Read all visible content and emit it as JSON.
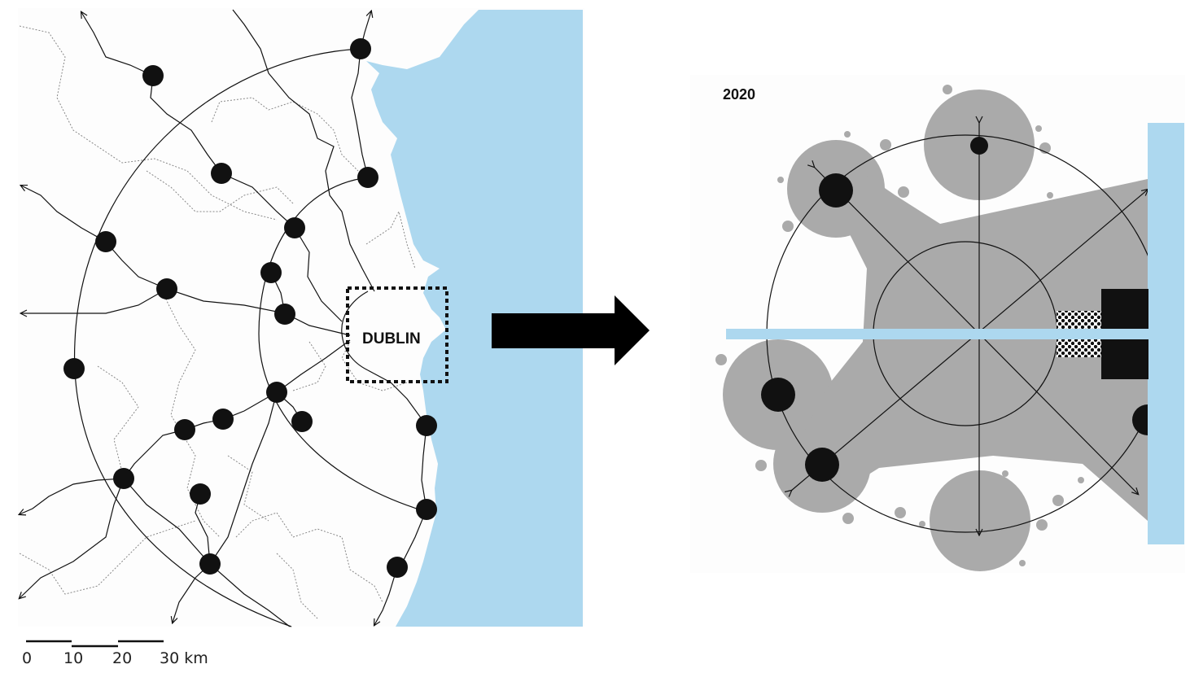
{
  "left_map": {
    "city_label": "DUBLIN",
    "sea_color": "#add8ef",
    "node_color": "#111111",
    "scale_bar": {
      "ticks": [
        "0",
        "10",
        "20",
        "30 km"
      ]
    }
  },
  "arrow": {
    "icon": "right-arrow-icon",
    "color": "#000000"
  },
  "right_diagram": {
    "year_label": "2020",
    "fill_gray": "#aaaaaa",
    "sea_color": "#add8ef"
  }
}
